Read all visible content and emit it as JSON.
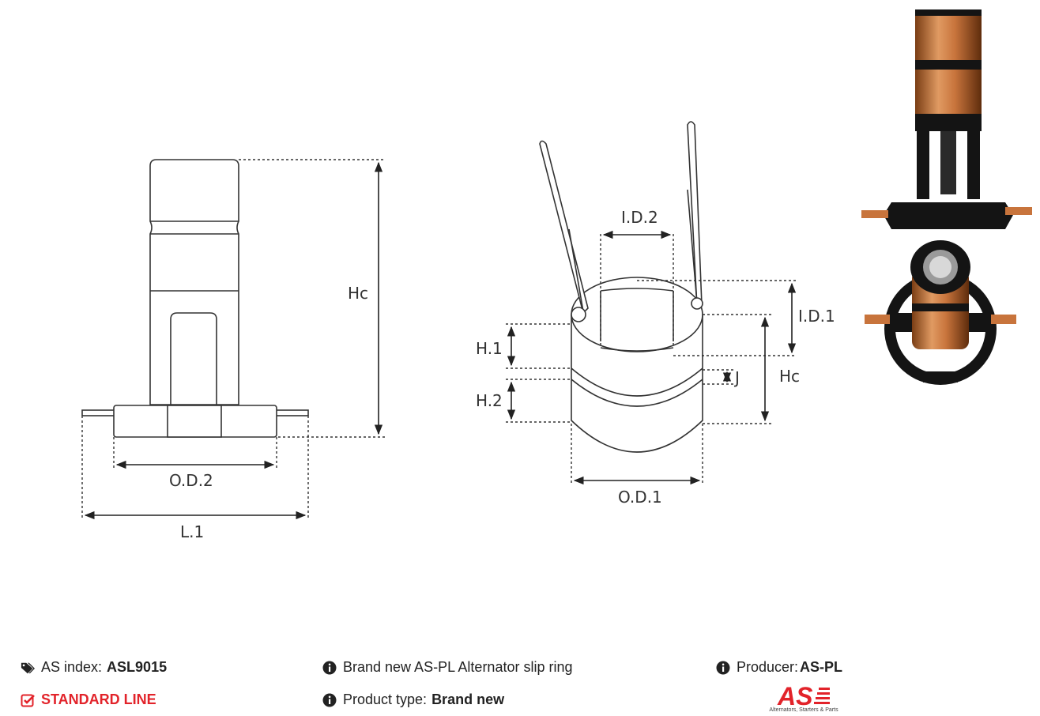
{
  "diagram": {
    "left": {
      "hc": "Hc",
      "od2": "O.D.2",
      "l1": "L.1"
    },
    "middle": {
      "id2": "I.D.2",
      "id1": "I.D.1",
      "h1": "H.1",
      "h2": "H.2",
      "j": "J",
      "hc": "Hc",
      "od1": "O.D.1"
    }
  },
  "info": {
    "as_index_label": "AS index:",
    "as_index_value": "ASL9015",
    "line": "STANDARD LINE",
    "description": "Brand new AS-PL Alternator slip ring",
    "product_type_label": "Product type:",
    "product_type_value": "Brand new",
    "producer_label": "Producer:",
    "producer_value": "AS-PL"
  },
  "logo": {
    "text": "AS",
    "tagline": "Alternators, Starters & Parts"
  },
  "colors": {
    "accent_red": "#e2232a",
    "copper": "#c8743c",
    "plastic": "#141414"
  },
  "icons": [
    "tags-icon",
    "check-square-icon",
    "info-icon",
    "info-icon",
    "info-icon"
  ]
}
